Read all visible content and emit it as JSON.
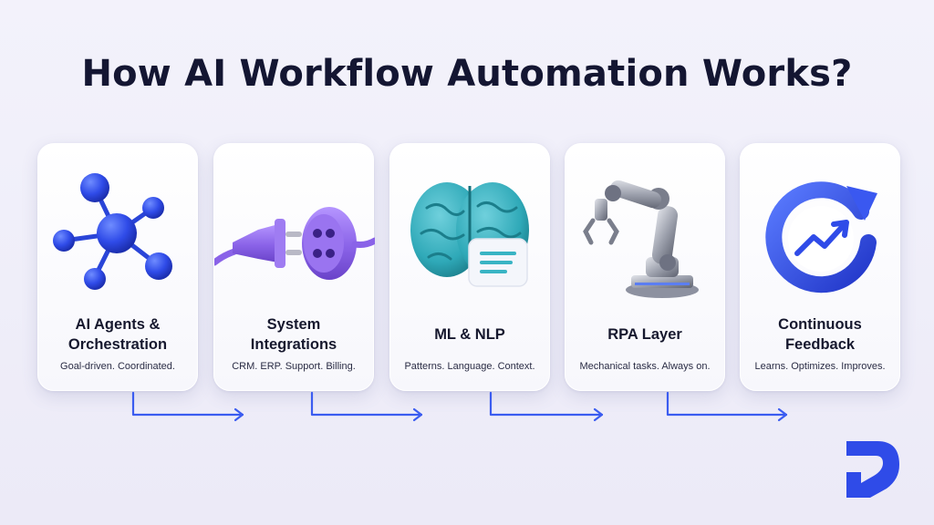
{
  "title": "How AI Workflow Automation Works?",
  "colors": {
    "accent_blue": "#2f4be8",
    "accent_purple": "#8a63e8",
    "accent_teal": "#2fa9b8",
    "arrow": "#3b5cf0"
  },
  "cards": [
    {
      "icon": "network-nodes-icon",
      "heading_line1": "AI Agents &",
      "heading_line2": "Orchestration",
      "caption": "Goal-driven. Coordinated."
    },
    {
      "icon": "plug-socket-icon",
      "heading_line1": "System",
      "heading_line2": "Integrations",
      "caption": "CRM. ERP. Support. Billing."
    },
    {
      "icon": "brain-document-icon",
      "heading_line1": "ML & NLP",
      "heading_line2": "",
      "caption": "Patterns. Language. Context."
    },
    {
      "icon": "robot-arm-icon",
      "heading_line1": "RPA Layer",
      "heading_line2": "",
      "caption": "Mechanical tasks. Always on."
    },
    {
      "icon": "feedback-loop-icon",
      "heading_line1": "Continuous",
      "heading_line2": "Feedback",
      "caption": "Learns. Optimizes. Improves."
    }
  ],
  "logo": "brand-logo-icon"
}
